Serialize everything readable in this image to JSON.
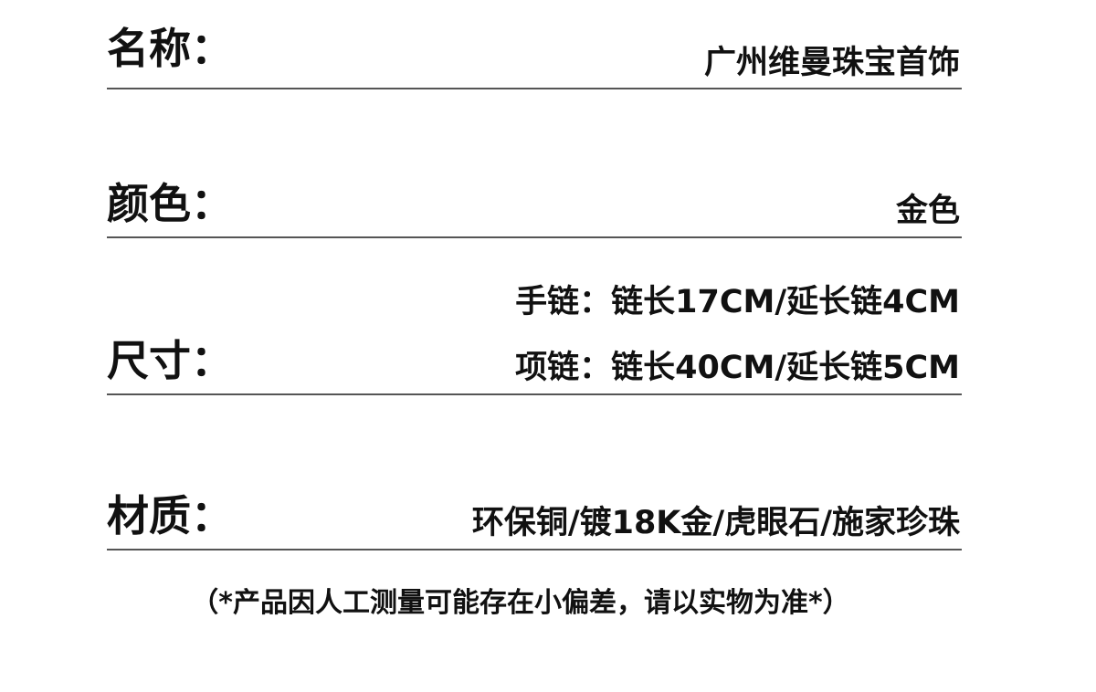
{
  "name_row": {
    "label": "名称：",
    "value": "广州维曼珠宝首饰"
  },
  "color_row": {
    "label": "颜色：",
    "value": "金色"
  },
  "size_row": {
    "label": "尺寸：",
    "values": [
      "手链：链长17CM/延长链4CM",
      "项链：链长40CM/延长链5CM"
    ]
  },
  "material_row": {
    "label": "材质：",
    "value": "环保铜/镀18K金/虎眼石/施家珍珠"
  },
  "footnote": "（*产品因人工测量可能存在小偏差，请以实物为准*）"
}
